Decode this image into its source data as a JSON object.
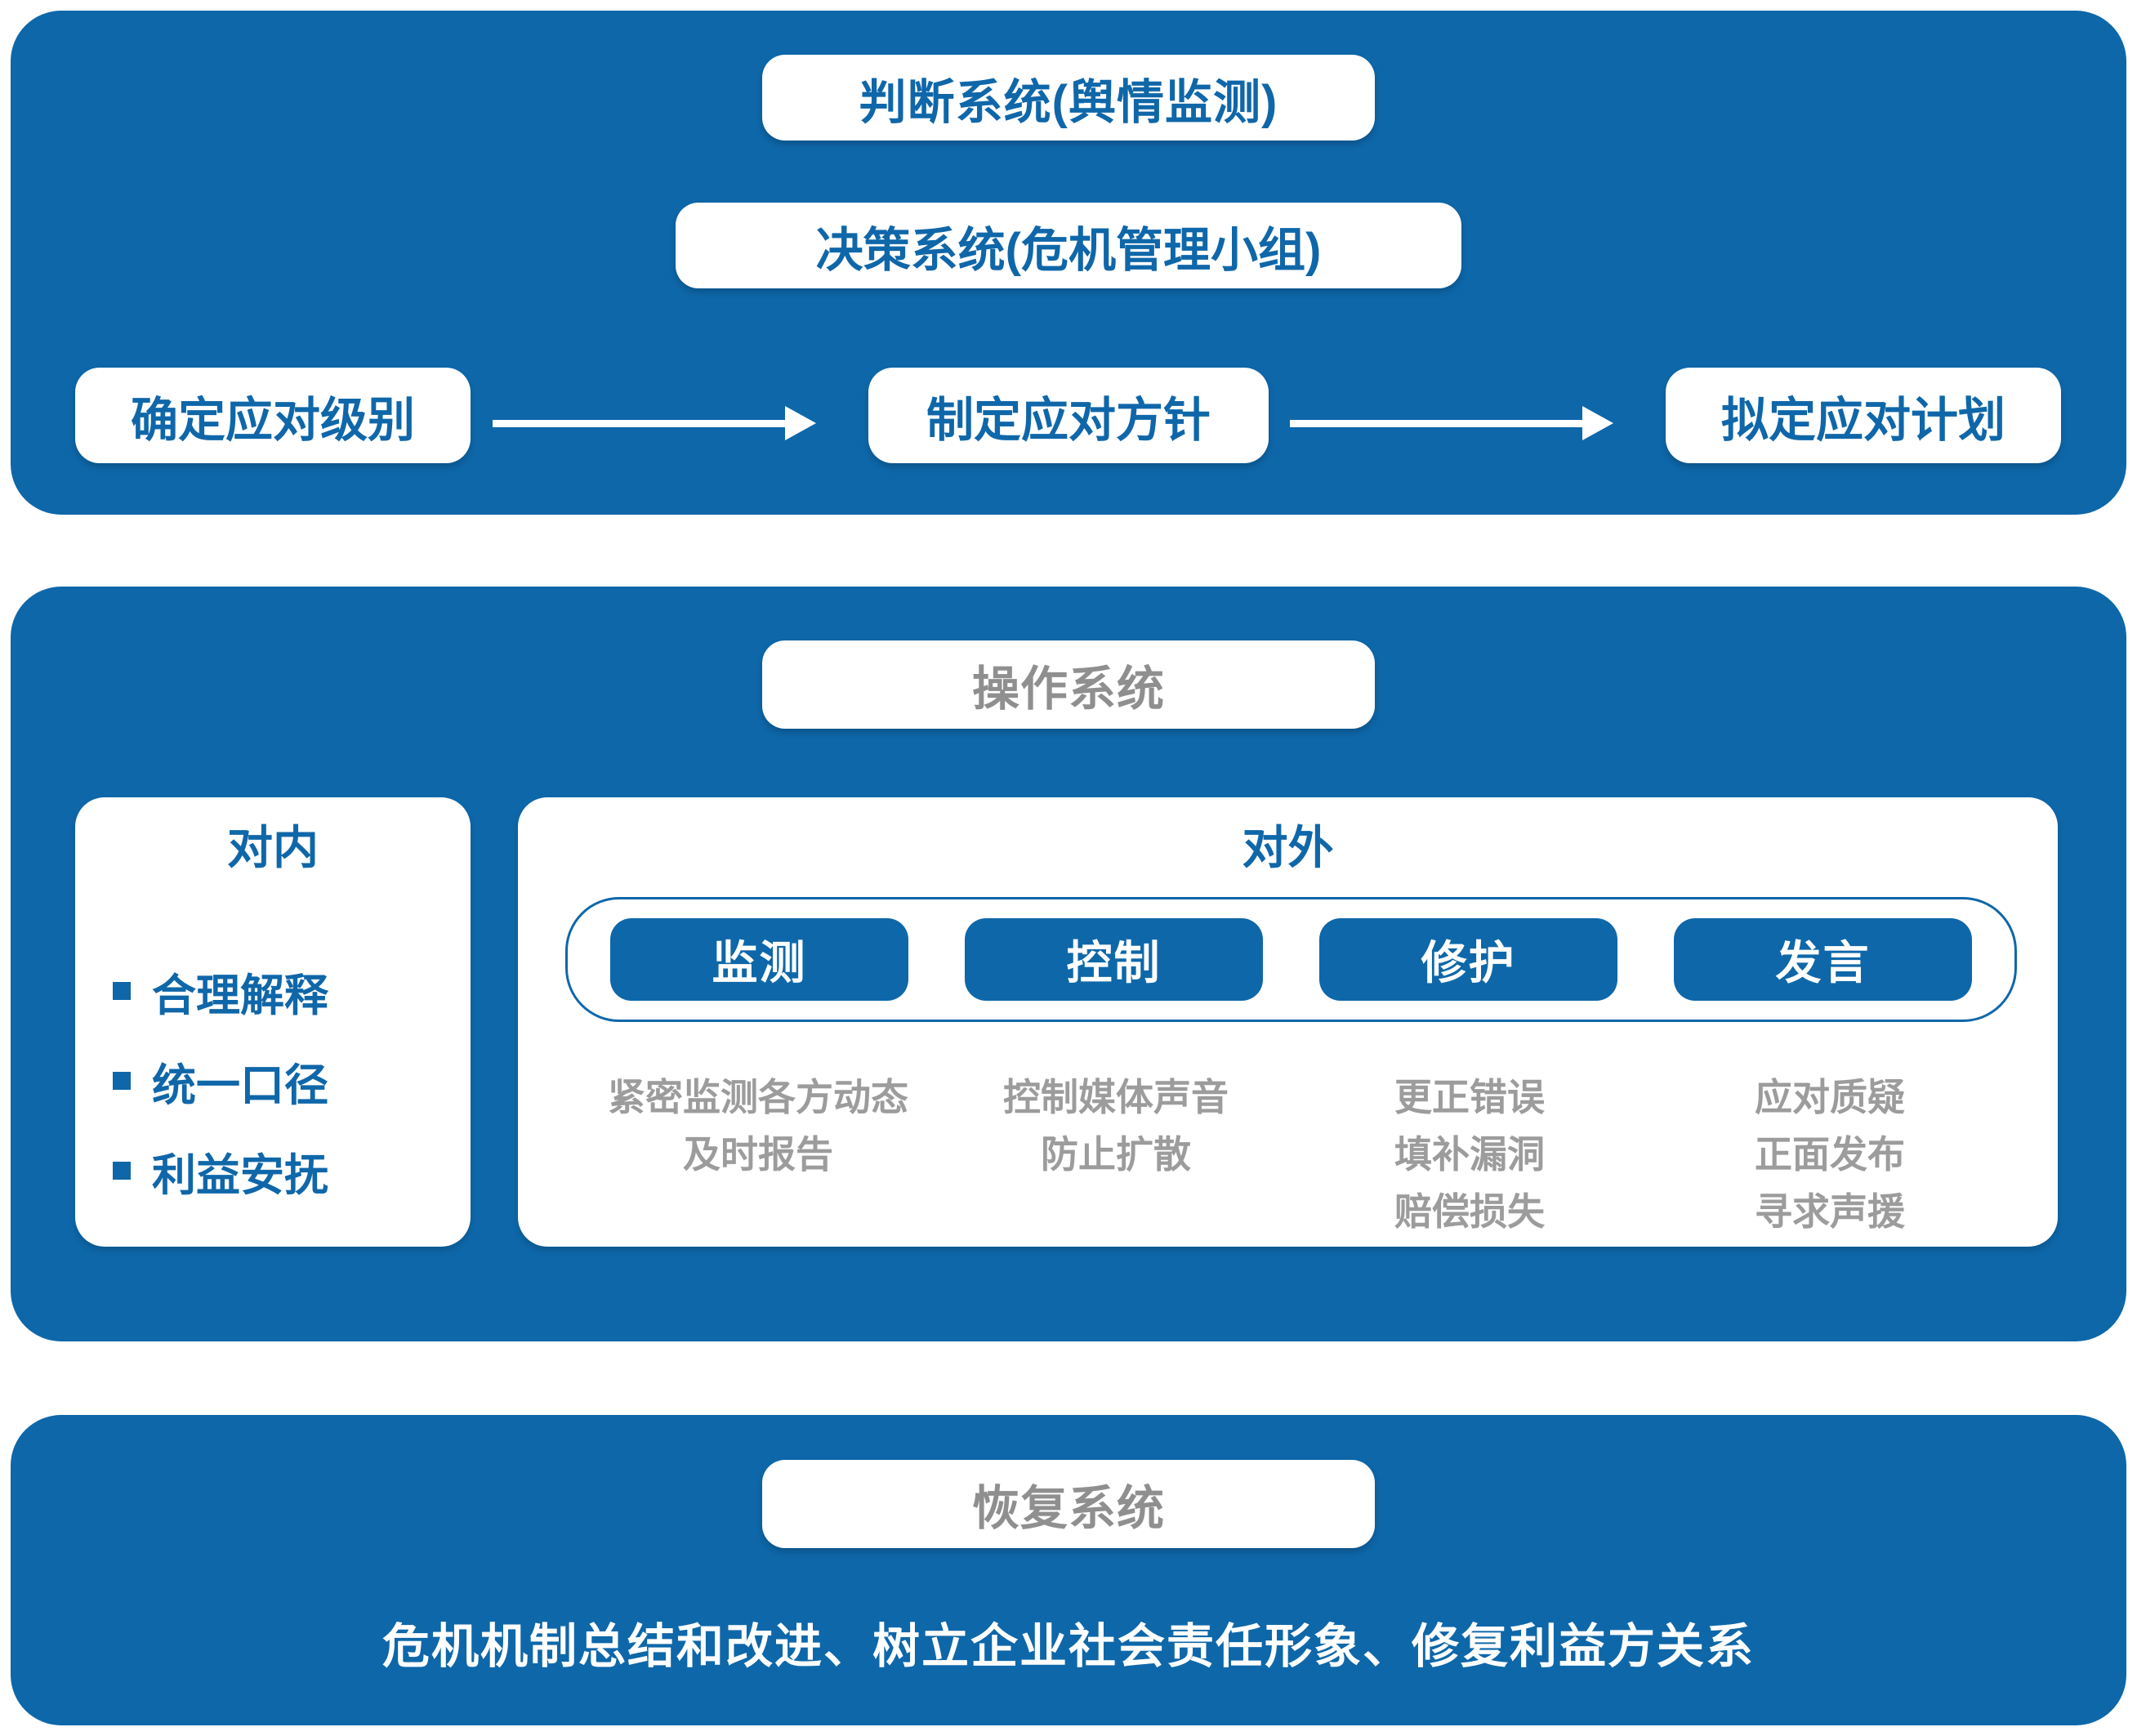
{
  "colors": {
    "block_blue": "#0e67a9",
    "text_blue": "#0f67a9",
    "header_gray": "#8f8f8f",
    "detail_gray": "#9c9c9c",
    "white": "#ffffff"
  },
  "judgment_system": {
    "label": "判断系统(舆情监测)"
  },
  "decision_system": {
    "label": "决策系统(危机管理小组)",
    "steps": [
      {
        "label": "确定应对级别"
      },
      {
        "label": "制定应对方针"
      },
      {
        "label": "拟定应对计划"
      }
    ]
  },
  "operation_system": {
    "label": "操作系统",
    "internal": {
      "title": "对内",
      "items": [
        "合理解释",
        "统一口径",
        "利益安抚"
      ]
    },
    "external": {
      "title": "对外",
      "actions": [
        {
          "label": "监测",
          "details": [
            "紧密监测各方动态",
            "及时报告"
          ]
        },
        {
          "label": "控制",
          "details": [
            "控制媒体声音",
            "防止扩散"
          ]
        },
        {
          "label": "修护",
          "details": [
            "更正错误",
            "填补漏洞",
            "赔偿损失"
          ]
        },
        {
          "label": "发言",
          "details": [
            "应对质疑",
            "正面发布",
            "寻求声援"
          ]
        }
      ]
    }
  },
  "recovery_system": {
    "label": "恢复系统",
    "description": "危机机制总结和改进、树立企业社会责任形象、修复利益方关系"
  }
}
